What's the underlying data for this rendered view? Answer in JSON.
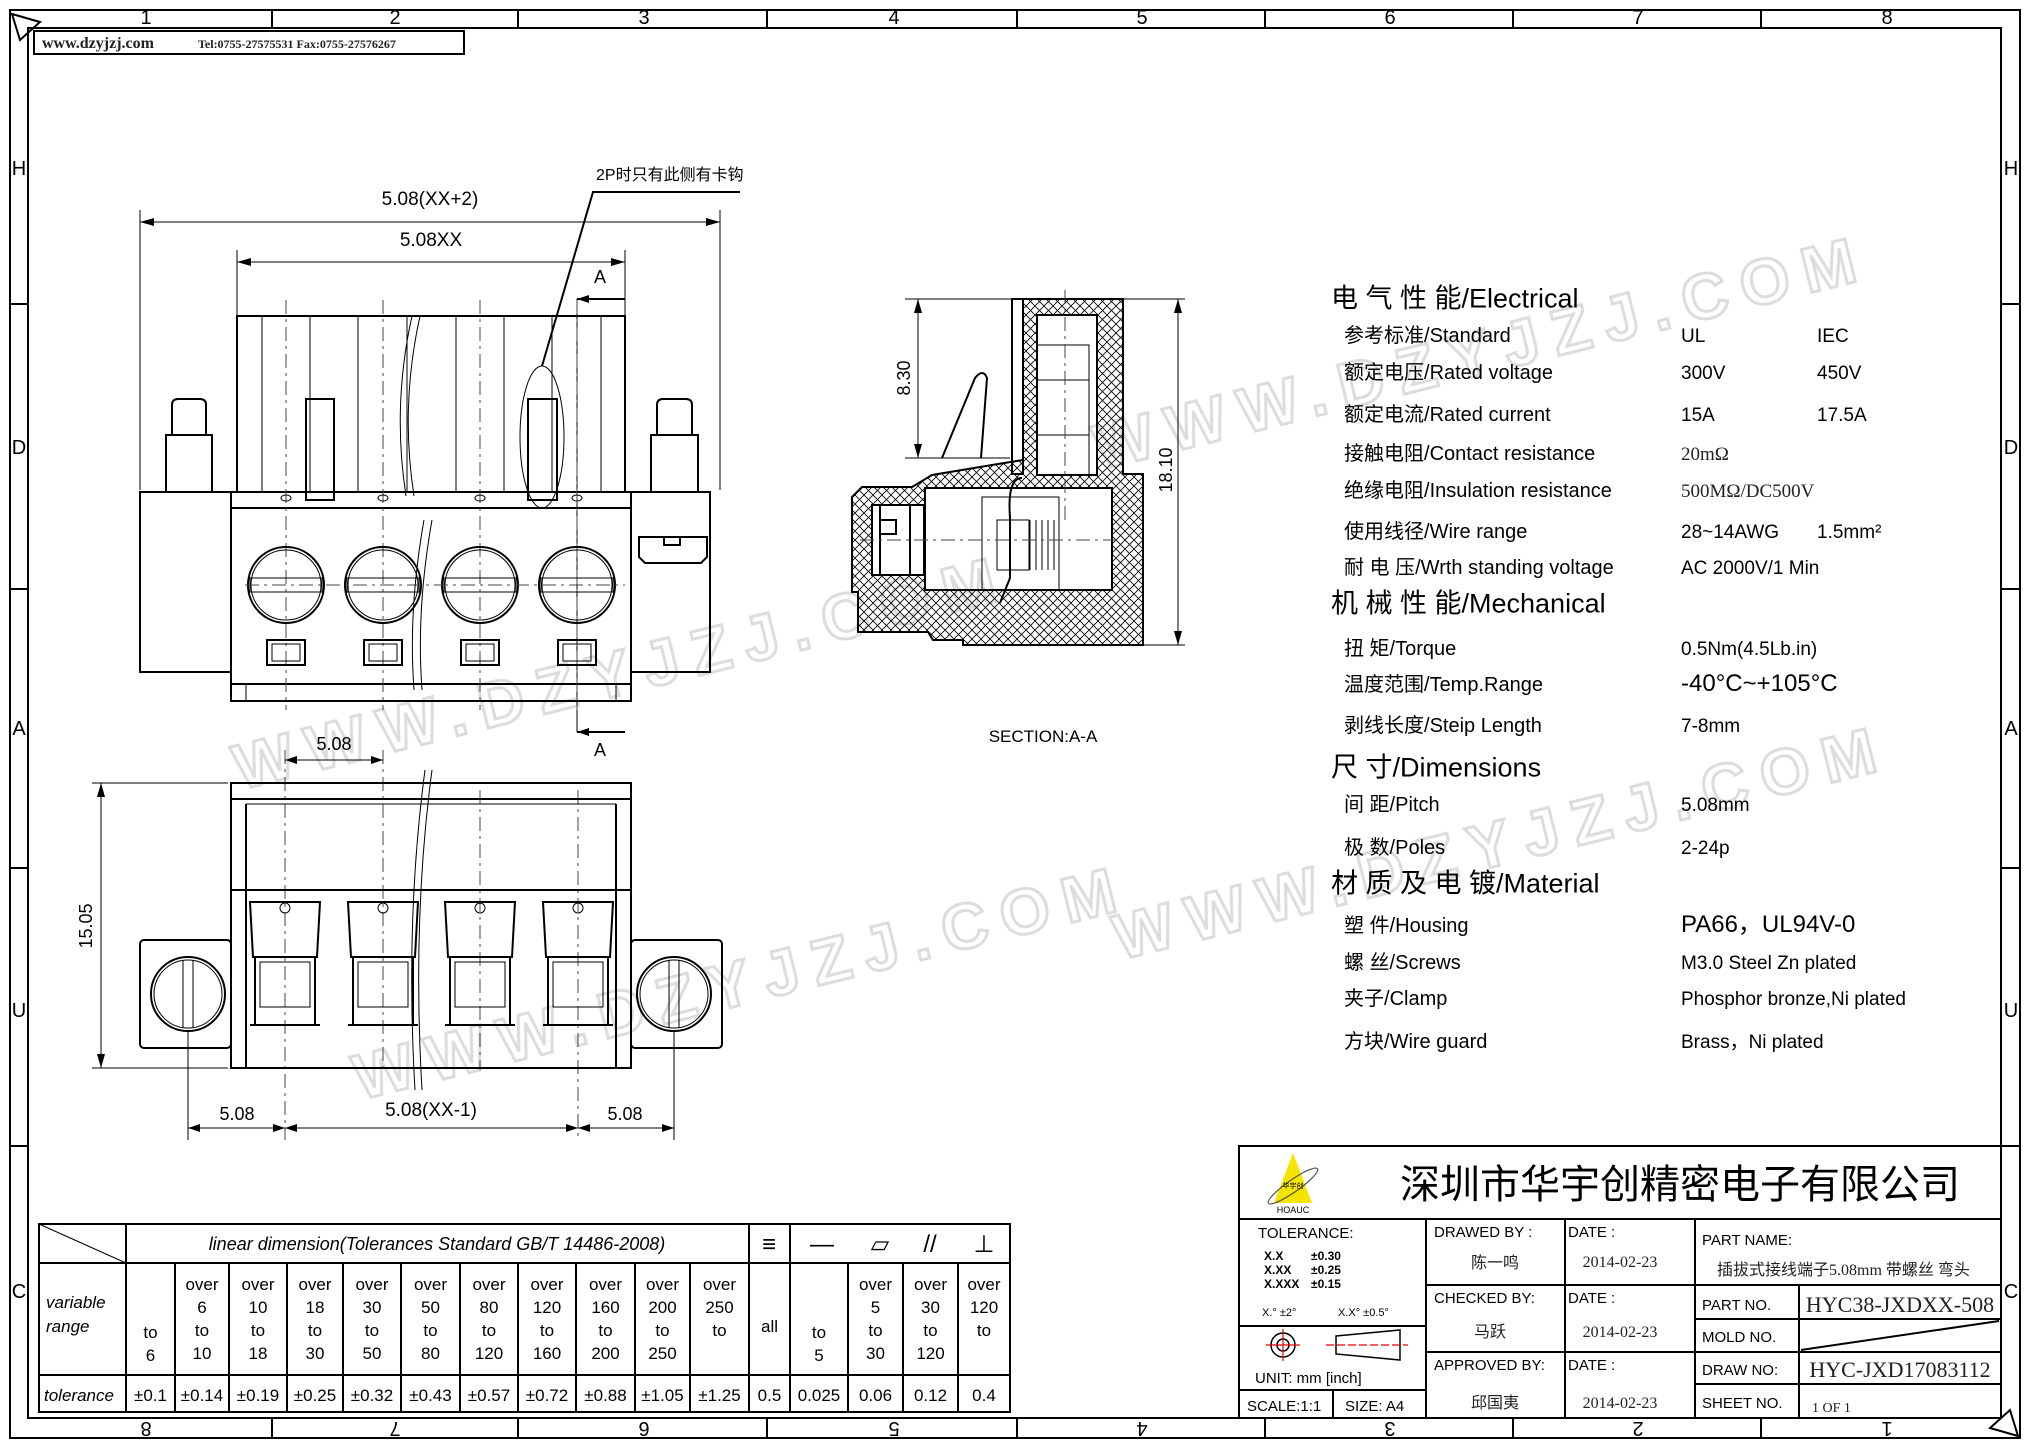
{
  "header": {
    "website": "www.dzyjzj.com",
    "contact": "Tel:0755-27575531  Fax:0755-27576267"
  },
  "grid": {
    "columns": [
      "1",
      "2",
      "3",
      "4",
      "5",
      "6",
      "7",
      "8"
    ],
    "rows": [
      "H",
      "D",
      "A",
      "U",
      "C"
    ]
  },
  "watermark": "WWW.DZYJZJ.COM",
  "front_view": {
    "dim_overall": "5.08(XX+2)",
    "dim_pitch_total": "5.08XX",
    "section_mark_top": "A",
    "section_mark_bottom": "A",
    "note": "2P时只有此侧有卡钩"
  },
  "section_view": {
    "dim_height_top": "8.30",
    "dim_height_total": "18.10",
    "label": "SECTION:A-A"
  },
  "bottom_view": {
    "dim_pitch": "5.08",
    "dim_height": "15.05",
    "dim_left": "5.08",
    "dim_middle": "5.08(XX-1)",
    "dim_right": "5.08"
  },
  "specs": [
    {
      "heading": true,
      "cn": "电 气 性 能/",
      "en": "Electrical"
    },
    {
      "cn": "参考标准/",
      "en": "Standard",
      "v1": "UL",
      "v2": "IEC"
    },
    {
      "cn": "额定电压/",
      "en": "Rated voltage",
      "v1": "300V",
      "v2": "450V"
    },
    {
      "cn": "额定电流/",
      "en": "Rated current",
      "v1": "15A",
      "v2": "17.5A"
    },
    {
      "cn": "接触电阻/",
      "en": "Contact resistance",
      "v1": "20mΩ"
    },
    {
      "cn": "绝缘电阻/",
      "en": "Insulation resistance",
      "v1": "500MΩ/DC500V"
    },
    {
      "cn": "使用线径/",
      "en": "Wire range",
      "v1": "28~14AWG",
      "v2": "1.5mm²"
    },
    {
      "cn": "耐 电 压/",
      "en": "Wrth standing voltage",
      "v1": "AC 2000V/1 Min"
    },
    {
      "heading": true,
      "cn": "机 械 性 能/",
      "en": "Mechanical"
    },
    {
      "cn": "扭      矩/",
      "en": "Torque",
      "v1": "0.5Nm(4.5Lb.in)"
    },
    {
      "cn": "温度范围/",
      "en": "Temp.Range",
      "v1": "-40°C~+105°C"
    },
    {
      "cn": "剥线长度/",
      "en": "Steip Length",
      "v1": "7-8mm"
    },
    {
      "heading": true,
      "cn": "尺      寸/",
      "en": "Dimensions"
    },
    {
      "cn": "  间 距/",
      "en": "Pitch",
      "v1": "5.08mm"
    },
    {
      "cn": "  极 数/",
      "en": "Poles",
      "v1": "2-24p"
    },
    {
      "heading": true,
      "cn": "材 质 及 电 镀/",
      "en": "Material"
    },
    {
      "cn": "塑 件/",
      "en": "Housing",
      "v1": "PA66，UL94V-0"
    },
    {
      "cn": "螺 丝/",
      "en": "Screws",
      "v1": "M3.0 Steel Zn plated"
    },
    {
      "cn": "夹子/",
      "en": "Clamp",
      "v1": "Phosphor bronze,Ni plated"
    },
    {
      "cn": "方块/",
      "en": "Wire guard",
      "v1": "Brass，Ni plated"
    }
  ],
  "tolerance_table": {
    "title": "linear dimension(Tolerances Standard GB/T 14486-2008)",
    "symbols": [
      "≡",
      "—",
      "▱",
      "//",
      "⊥"
    ],
    "row_label_range": "variable range",
    "row_label_tol": "tolerance",
    "ranges": [
      "to\n6",
      "over\n6\nto\n10",
      "over\n10\nto\n18",
      "over\n18\nto\n30",
      "over\n30\nto\n50",
      "over\n50\nto\n80",
      "over\n80\nto\n120",
      "over\n120\nto\n160",
      "over\n160\nto\n200",
      "over\n200\nto\n250",
      "over\n250\nto",
      "all",
      "to\n5",
      "over\n5\nto\n30",
      "over\n30\nto\n120",
      "over\n120\nto"
    ],
    "tolerances": [
      "±0.1",
      "±0.14",
      "±0.19",
      "±0.25",
      "±0.32",
      "±0.43",
      "±0.57",
      "±0.72",
      "±0.88",
      "±1.05",
      "±1.25",
      "0.5",
      "0.025",
      "0.06",
      "0.12",
      "0.4"
    ]
  },
  "title_block": {
    "company": "深圳市华宇创精密电子有限公司",
    "logo_text": "华宇创",
    "logo_brand": "HOAUC",
    "logo_color": "#f5e400",
    "tolerance_label": "TOLERANCE:",
    "tolerances": [
      [
        "X.X",
        "±0.30"
      ],
      [
        "X.XX",
        "±0.25"
      ],
      [
        "X.XXX",
        "±0.15"
      ]
    ],
    "angle_tol": [
      "X.° ±2°",
      "X.X° ±0.5°"
    ],
    "unit": "UNIT:  mm  [inch]",
    "scale": "SCALE:1:1",
    "size": "SIZE:  A4",
    "drawn_by_label": "DRAWED  BY :",
    "drawn_by": "陈一鸣",
    "checked_by_label": "CHECKED  BY:",
    "checked_by": "马跃",
    "approved_by_label": "APPROVED  BY:",
    "approved_by": "邱国夷",
    "date_label": "DATE  :",
    "date_drawn": "2014-02-23",
    "date_checked": "2014-02-23",
    "date_approved": "2014-02-23",
    "part_name_label": "PART  NAME:",
    "part_name": "插拔式接线端子5.08mm 带螺丝 弯头",
    "part_no_label": "PART  NO.",
    "part_no": "HYC38-JXDXX-508",
    "mold_no_label": "MOLD  NO.",
    "draw_no_label": "DRAW  NO:",
    "draw_no": "HYC-JXD17083112",
    "sheet_no_label": "SHEET  NO.",
    "sheet_no": "1  OF  1"
  }
}
